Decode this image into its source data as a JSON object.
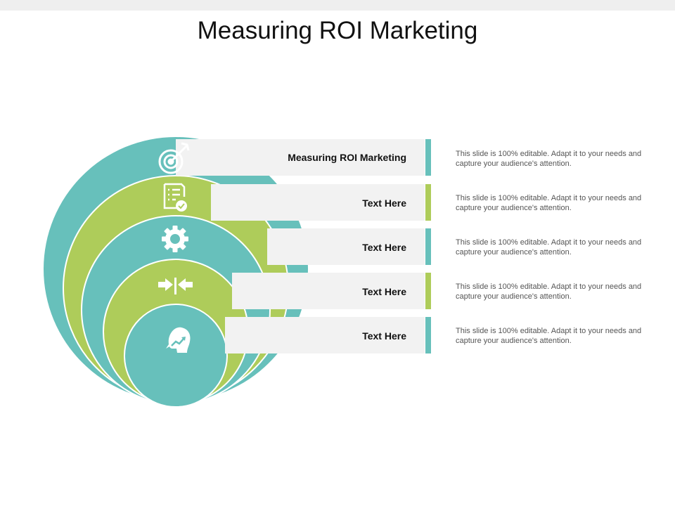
{
  "title": "Measuring ROI Marketing",
  "colors": {
    "teal": "#67c0bb",
    "green": "#aecc5a",
    "band": "#f2f2f2",
    "topbar": "#efefef"
  },
  "rows": [
    {
      "label": "Measuring ROI Marketing",
      "description": "This slide is 100% editable. Adapt it to your needs and capture your audience's attention.",
      "icon": "target-arrow-icon",
      "color": "teal"
    },
    {
      "label": "Text Here",
      "description": "This slide is 100% editable. Adapt it to your needs and capture your audience's attention.",
      "icon": "checklist-icon",
      "color": "green"
    },
    {
      "label": "Text Here",
      "description": "This slide is 100% editable. Adapt it to your needs and capture your audience's attention.",
      "icon": "gear-icon",
      "color": "teal"
    },
    {
      "label": "Text Here",
      "description": "This slide is 100% editable. Adapt it to your needs and capture your audience's attention.",
      "icon": "arrows-inward-icon",
      "color": "green"
    },
    {
      "label": "Text Here",
      "description": "This slide is 100% editable. Adapt it to your needs and capture your audience's attention.",
      "icon": "head-growth-icon",
      "color": "teal"
    }
  ]
}
